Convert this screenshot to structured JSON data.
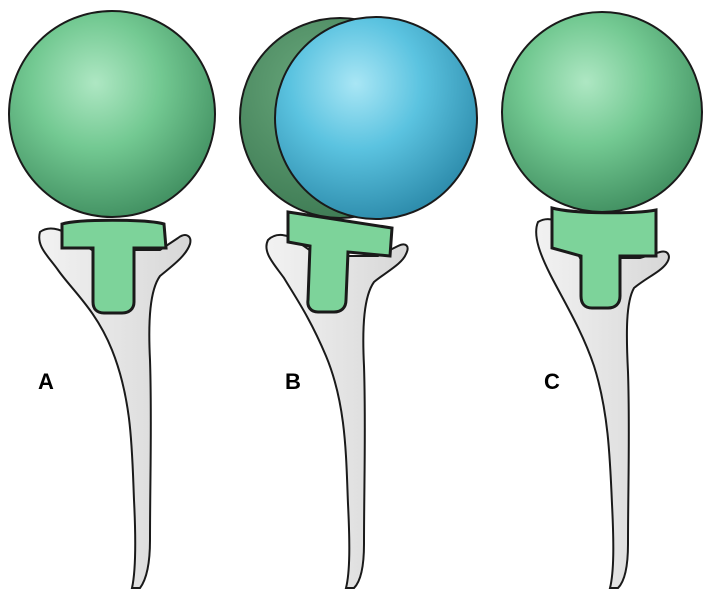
{
  "panels": [
    {
      "label": "A"
    },
    {
      "label": "B"
    },
    {
      "label": "C"
    }
  ],
  "colors": {
    "head_green": "#5fbf86",
    "head_blue": "#4bb8d6",
    "liner": "#7dd39a",
    "stem": "#e6e6e6",
    "outline": "#1a1a1a"
  }
}
